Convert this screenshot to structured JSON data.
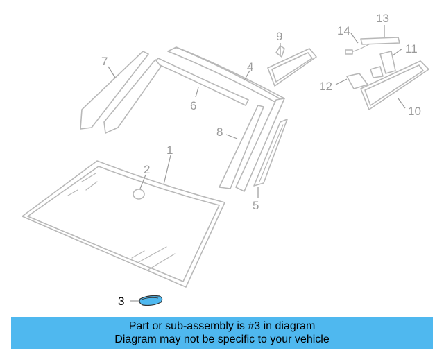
{
  "diagram": {
    "callouts": {
      "c1": "1",
      "c2": "2",
      "c3": "3",
      "c4": "4",
      "c5": "5",
      "c6": "6",
      "c7": "7",
      "c8": "8",
      "c9": "9",
      "c10": "10",
      "c11": "11",
      "c12": "12",
      "c13": "13",
      "c14": "14"
    },
    "highlighted_part": "3",
    "colors": {
      "highlight": "#4fb8ef",
      "line_art": "#b8b8b8",
      "callout_text": "#9a9a9a"
    }
  },
  "banner": {
    "line1": "Part or sub-assembly is #3 in diagram",
    "line2": "Diagram may not be specific to your vehicle"
  }
}
